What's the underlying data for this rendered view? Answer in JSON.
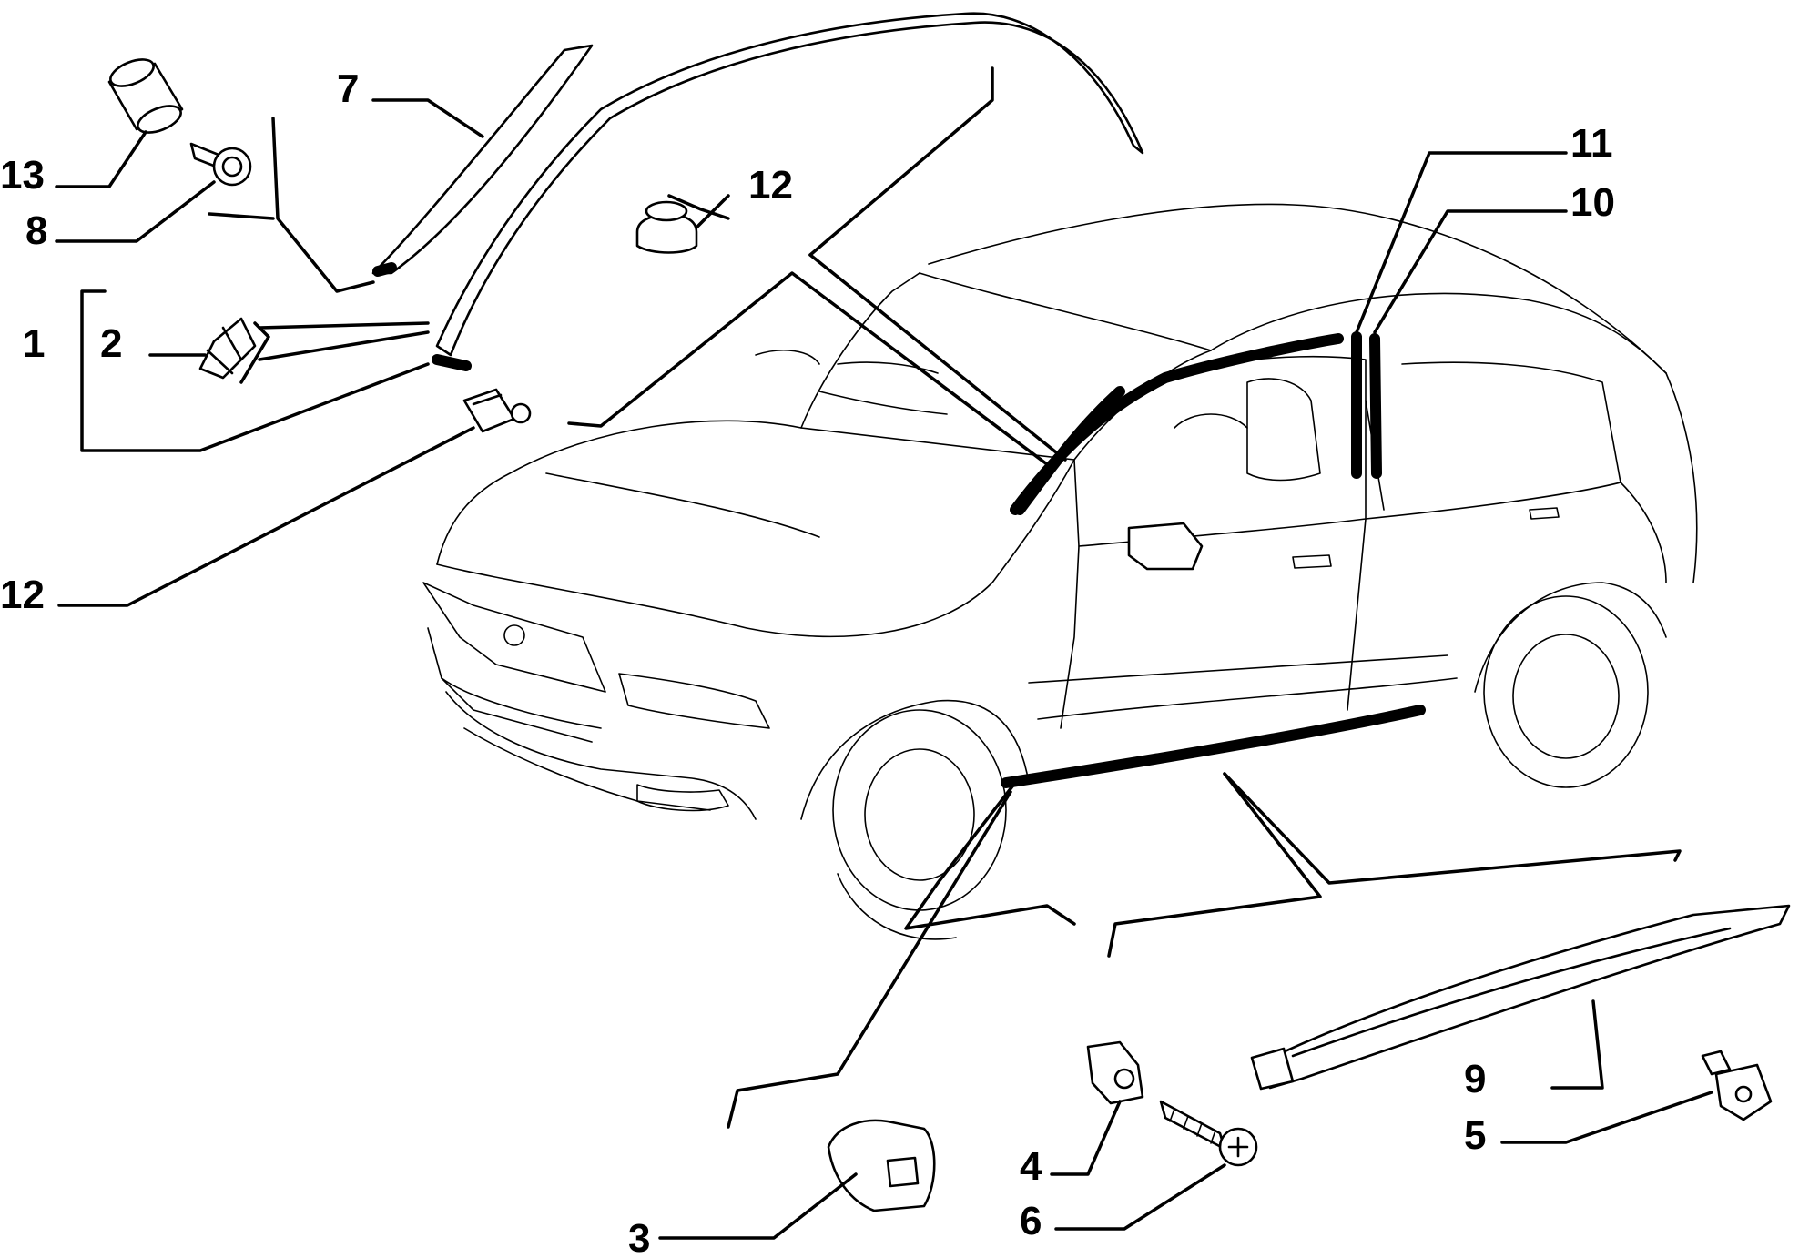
{
  "callouts": [
    {
      "id": "c1",
      "label": "1"
    },
    {
      "id": "c2",
      "label": "2"
    },
    {
      "id": "c3",
      "label": "3"
    },
    {
      "id": "c4",
      "label": "4"
    },
    {
      "id": "c5",
      "label": "5"
    },
    {
      "id": "c6",
      "label": "6"
    },
    {
      "id": "c7",
      "label": "7"
    },
    {
      "id": "c8",
      "label": "8"
    },
    {
      "id": "c9",
      "label": "9"
    },
    {
      "id": "c10",
      "label": "10"
    },
    {
      "id": "c11",
      "label": "11"
    },
    {
      "id": "c12a",
      "label": "12"
    },
    {
      "id": "c12b",
      "label": "12"
    },
    {
      "id": "c13",
      "label": "13"
    }
  ],
  "colors": {
    "ink": "#000000",
    "paper": "#ffffff"
  }
}
